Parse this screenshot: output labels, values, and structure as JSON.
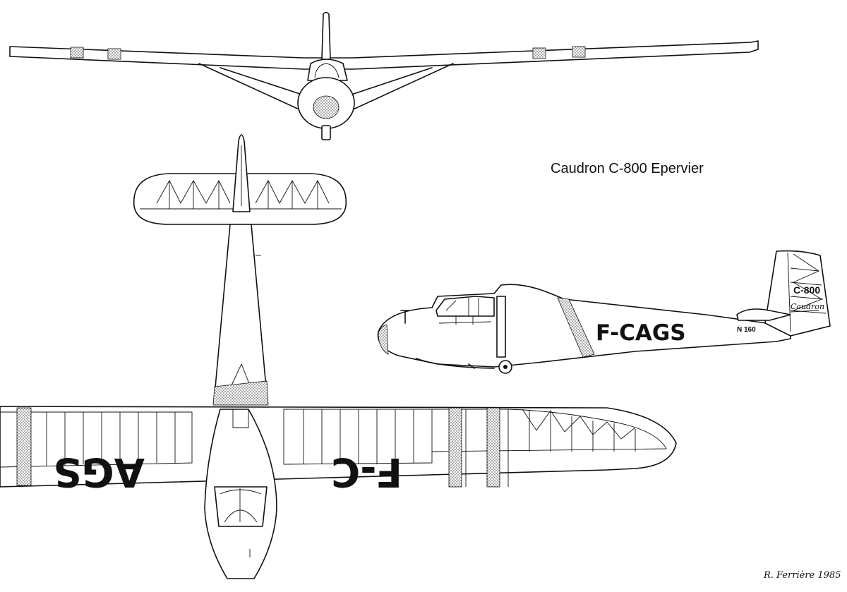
{
  "title": "Caudron C-800 Epervier",
  "signature": "R. Ferrière 1985",
  "markings": {
    "side_registration": "F-CAGS",
    "fin_type": "C-800",
    "fin_brand": "Caudron",
    "serial": "N 160",
    "wing_left_text": "AGS",
    "wing_right_text": "F-C"
  },
  "colors": {
    "line": "#111111",
    "paper": "#ffffff"
  }
}
